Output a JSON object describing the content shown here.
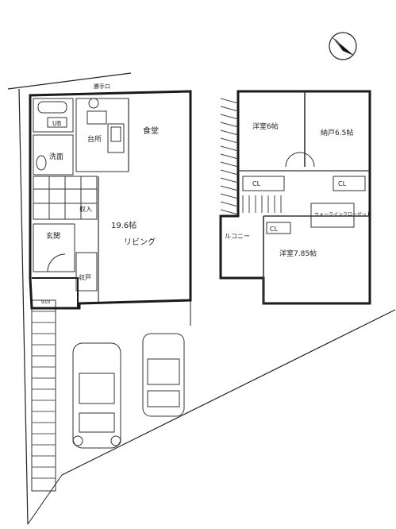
{
  "floor1": {
    "kitchen": "台所",
    "dining": "食堂",
    "living_area": "19.6帖",
    "living": "リビング",
    "washroom": "洗面",
    "entrance": "玄関",
    "storage_in": "収入",
    "storage_ko": "収戸",
    "katteguchi": "勝手口",
    "cabinet": "UB",
    "size_label": "910"
  },
  "floor2": {
    "western_room": "洋室6帖",
    "storage_room": "納戸6.5帖",
    "closet_a": "CL",
    "closet_b": "CL",
    "closet_c": "CL",
    "balcony": "ルコニー",
    "bedroom": "洋室7.85帖",
    "walk_in": "ウォークインクローゼット"
  },
  "compass": {
    "icon": "north-arrow-icon"
  },
  "parking": {
    "cars": [
      "car-left",
      "car-right"
    ]
  }
}
